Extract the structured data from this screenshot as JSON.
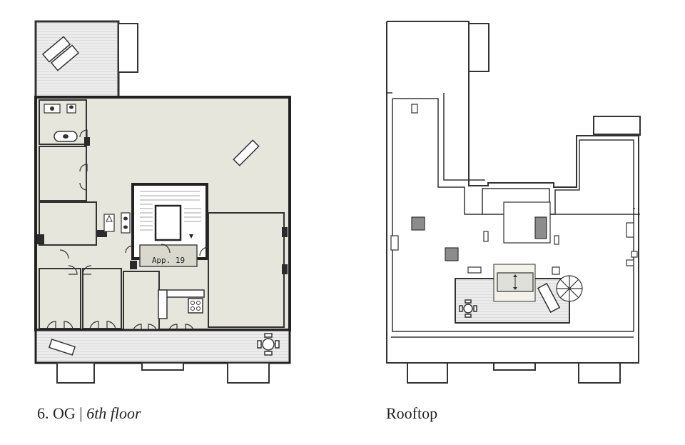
{
  "plans": {
    "floor6": {
      "caption_main": "6. OG | ",
      "caption_italic": "6th floor",
      "apartment_label": "App. 19"
    },
    "rooftop": {
      "caption": "Rooftop"
    }
  },
  "colors": {
    "wall": "#2b2b2b",
    "room_fill": "#e6e6dc",
    "terrace_fill": "#ebebeb",
    "outline": "#3a3a3a",
    "grey_block": "#8c8c8c"
  },
  "icons": [
    "sun-lounger-icon",
    "bathtub-icon",
    "washbasin-icon",
    "toilet-icon",
    "stove-icon",
    "dining-table-icon",
    "parasol-icon"
  ]
}
